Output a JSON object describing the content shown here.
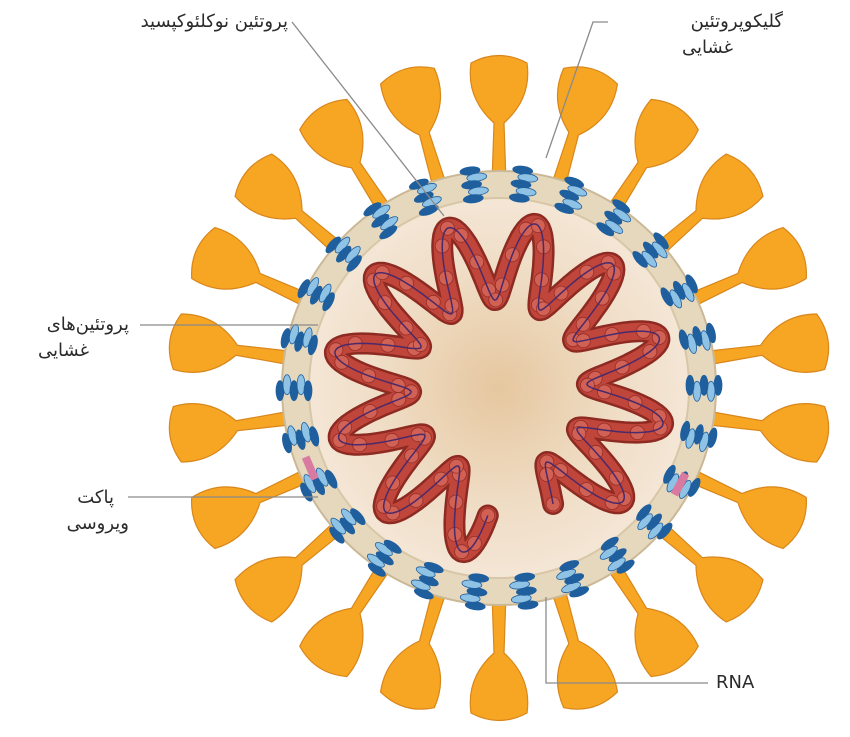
{
  "labels": {
    "nucleocapsid": "پروتئین نوکلئوکپسید",
    "glycoprotein_line1": "گلیکوپروتئین",
    "glycoprotein_line2": "غشایی",
    "membrane_line1": "پروتئین‌های",
    "membrane_line2": "غشایی",
    "envelope_line1": "پاکت",
    "envelope_line2": "ویروسی",
    "rna": "RNA"
  },
  "colors": {
    "spike": "#f6a623",
    "spike_dark": "#d9861a",
    "envelope": "#e6d8bd",
    "envelope_edge": "#cbb897",
    "inner": "#f2e3d2",
    "core": "#e7caa4",
    "capsid": "#c0453a",
    "capsid_dark": "#8d2a22",
    "protein_light": "#8fc3e6",
    "protein_dark": "#1f5f9e",
    "envelope_protein": "#d97aa0",
    "leader": "#8a8a8a"
  }
}
